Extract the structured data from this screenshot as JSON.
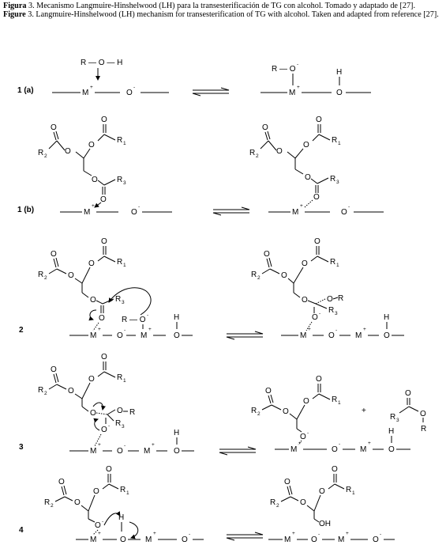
{
  "caption": {
    "es_label": "Figura",
    "es_number": "3.",
    "es_text": "Mecanismo Langmuire-Hinshelwood (LH) para la transesterificación de TG con alcohol. Tomado y adaptado de [27].",
    "en_label": "Figure",
    "en_number": "3.",
    "en_text": "Langmuire-Hinshelwood (LH) mechanism for transesterification of TG with alcohol. Taken and adapted from reference [27]."
  },
  "steps": {
    "s1a": "1  (a)",
    "s1b": "1  (b)",
    "s2": "2",
    "s3": "3",
    "s4": "4"
  },
  "atoms": {
    "R": "R",
    "O": "O",
    "H": "H",
    "M": "M",
    "OH": "OH",
    "plus": "+",
    "minus": "-",
    "one": "1",
    "two": "2",
    "three": "3",
    "roh": "R — O — H",
    "ro": "R — O"
  }
}
